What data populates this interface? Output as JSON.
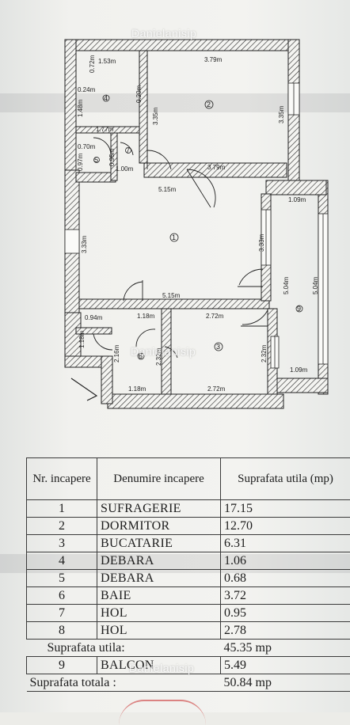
{
  "watermark": "Danielanisip",
  "plan": {
    "dims": {
      "d1": "1.53m",
      "d2": "3.79m",
      "d3": "0.72m",
      "d4": "0.24m",
      "d5": "1.48m",
      "d6": "0.20m",
      "d7": "3.35m",
      "d8": "3.35m",
      "d9": "1.77m",
      "d10": "0.70m",
      "d11": "0.95m",
      "d12": "0.97m",
      "d13": "1.00m",
      "d14": "3.79m",
      "d15": "5.15m",
      "d16": "1.09m",
      "d17": "3.33m",
      "d18": "3.33m",
      "d19": "5.04m",
      "d20": "5.04m",
      "d21": "5.15m",
      "d22": "0.94m",
      "d23": "1.18m",
      "d24": "2.72m",
      "d25": "1.18m",
      "d26": "2.16m",
      "d27": "2.32m",
      "d28": "2.32m",
      "d29": "1.09m",
      "d30": "1.18m",
      "d31": "2.72m"
    },
    "room_markers": {
      "r1": "1",
      "r2": "2",
      "r3": "3",
      "r4": "4",
      "r5": "5",
      "r6": "6",
      "r7": "7",
      "r9": "9"
    }
  },
  "table": {
    "headers": {
      "nr": "Nr. incapere",
      "name": "Denumire incapere",
      "area": "Suprafata utila (mp)"
    },
    "rows": [
      {
        "nr": "1",
        "name": "SUFRAGERIE",
        "area": "17.15"
      },
      {
        "nr": "2",
        "name": "DORMITOR",
        "area": "12.70"
      },
      {
        "nr": "3",
        "name": "BUCATARIE",
        "area": "6.31"
      },
      {
        "nr": "4",
        "name": "DEBARA",
        "area": "1.06"
      },
      {
        "nr": "5",
        "name": "DEBARA",
        "area": "0.68"
      },
      {
        "nr": "6",
        "name": "BAIE",
        "area": "3.72"
      },
      {
        "nr": "7",
        "name": "HOL",
        "area": "0.95"
      },
      {
        "nr": "8",
        "name": "HOL",
        "area": "2.78"
      }
    ],
    "useful": {
      "label": "Suprafata utila:",
      "value": "45.35 mp"
    },
    "balcony": {
      "nr": "9",
      "name": "BALCON",
      "area": "5.49"
    },
    "total": {
      "label": "Suprafata totala :",
      "value": "50.84 mp"
    }
  }
}
